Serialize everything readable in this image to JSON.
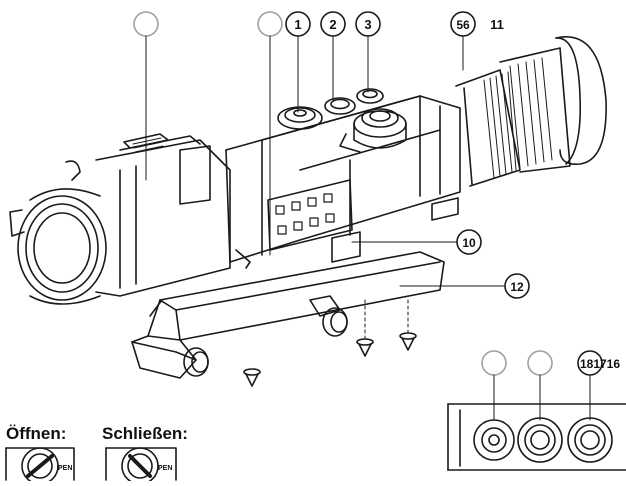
{
  "callouts": {
    "c1": "1",
    "c2": "2",
    "c3": "3",
    "c56": "56",
    "c11": "11",
    "c10": "10",
    "c12": "12",
    "c181716": "181716"
  },
  "captions": {
    "open": "Öffnen:",
    "close": "Schließen:"
  },
  "knob_text": {
    "open_label": "PEN",
    "close_label": "PEN"
  },
  "colors": {
    "line": "#1a1a1a",
    "callout_ring": "#9a9a9a",
    "fill": "#ffffff"
  }
}
